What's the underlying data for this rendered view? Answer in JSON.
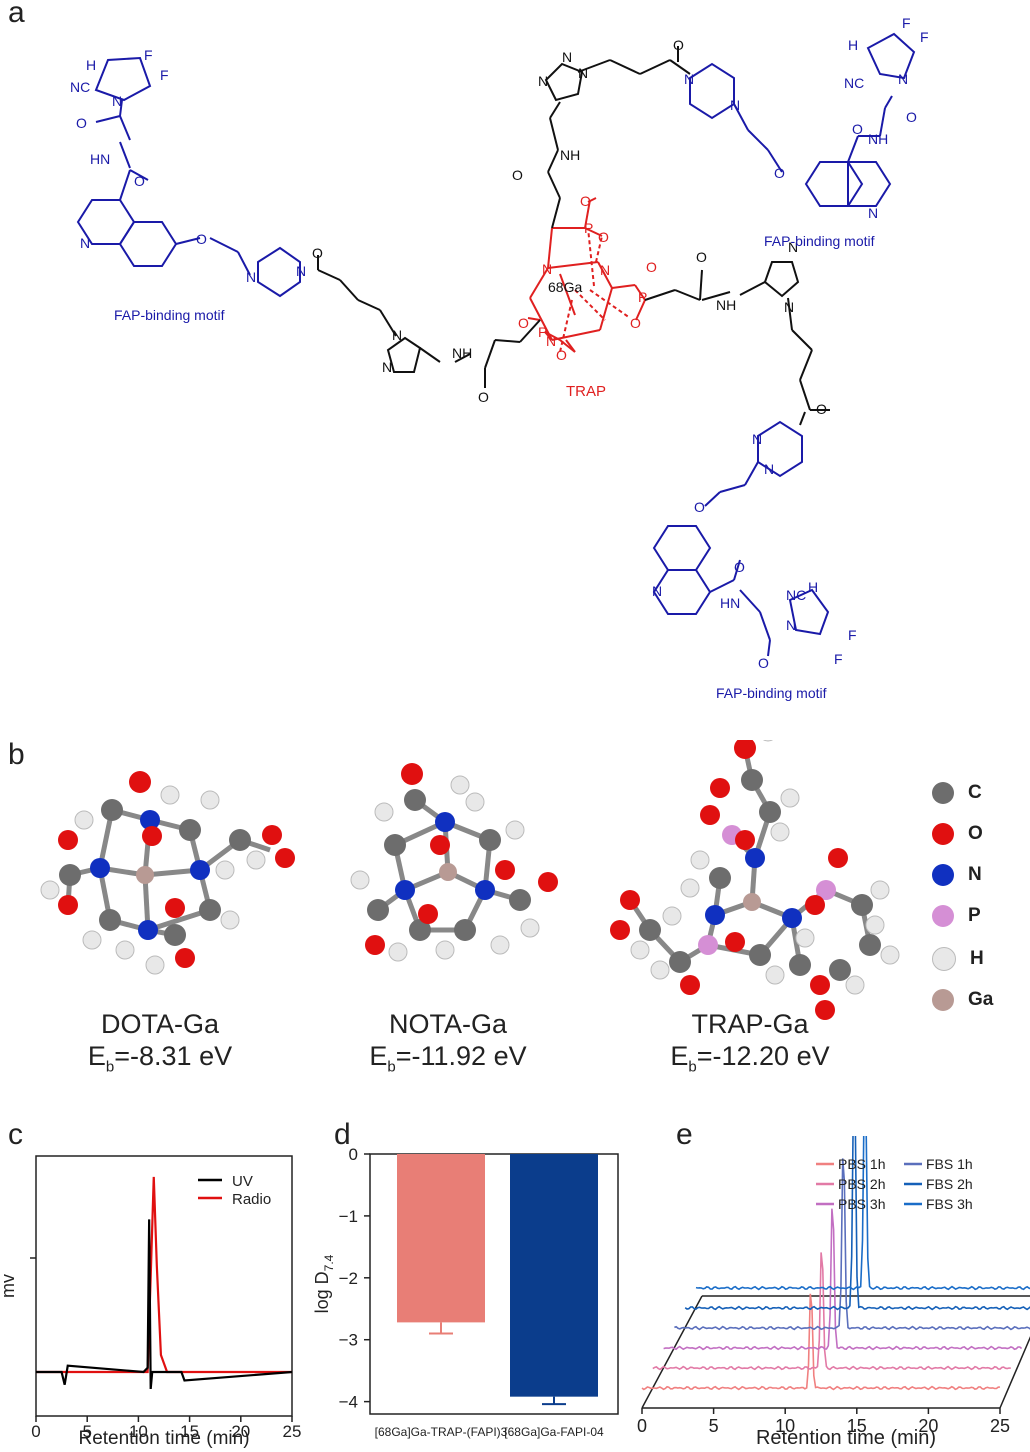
{
  "panels": {
    "a": "a",
    "b": "b",
    "c": "c",
    "d": "d",
    "e": "e"
  },
  "panel_a": {
    "labels": {
      "fap_left": "FAP-binding motif",
      "fap_top_right": "FAP-binding motif",
      "fap_bottom": "FAP-binding motif",
      "trap": "TRAP",
      "ga": "68Ga",
      "cn": "NC",
      "f": "F",
      "h": "H",
      "nh": "NH",
      "hn": "HN",
      "o": "O",
      "n": "N",
      "p": "P"
    },
    "colors": {
      "fap": "#1a1aa8",
      "trap": "#e02020",
      "linker": "#111111"
    }
  },
  "panel_b": {
    "molecules": [
      {
        "name": "DOTA-Ga",
        "eb": "-8.31 eV"
      },
      {
        "name": "NOTA-Ga",
        "eb": "-11.92 eV"
      },
      {
        "name": "TRAP-Ga",
        "eb": "-12.20 eV"
      }
    ],
    "eb_prefix": "E",
    "eb_sub": "b",
    "legend": [
      {
        "symbol": "C",
        "color": "#6d6d6d"
      },
      {
        "symbol": "O",
        "color": "#e01010"
      },
      {
        "symbol": "N",
        "color": "#1030c0"
      },
      {
        "symbol": "P",
        "color": "#d58fd5"
      },
      {
        "symbol": "H",
        "color": "#e8e8e8"
      },
      {
        "symbol": "Ga",
        "color": "#b89a94"
      }
    ]
  },
  "chart_data": [
    {
      "type": "line",
      "panel": "c",
      "xlabel": "Retention time (min)",
      "ylabel": "mv",
      "xlim": [
        0,
        25
      ],
      "xticks": [
        0,
        5,
        10,
        15,
        20,
        25
      ],
      "series": [
        {
          "name": "UV",
          "color": "#000000",
          "x": [
            0,
            2.5,
            2.8,
            3.1,
            10.5,
            10.9,
            11.05,
            11.2,
            11.35,
            14.2,
            14.5,
            25
          ],
          "y": [
            0,
            0,
            -0.06,
            0.03,
            0,
            0.02,
            0.72,
            -0.08,
            0,
            0,
            -0.04,
            0
          ]
        },
        {
          "name": "Radio",
          "color": "#e01010",
          "x": [
            0,
            10.9,
            11.2,
            11.5,
            11.8,
            12.2,
            12.8,
            25
          ],
          "y": [
            0,
            0,
            0.45,
            0.92,
            0.5,
            0.08,
            0,
            0
          ]
        }
      ]
    },
    {
      "type": "bar",
      "panel": "d",
      "ylabel": "log D7.4",
      "ylim": [
        -4.2,
        0
      ],
      "yticks": [
        0,
        -1,
        -2,
        -3,
        -4
      ],
      "categories": [
        "[68Ga]Ga-TRAP-(FAPI)3",
        "[68Ga]Ga-FAPI-04"
      ],
      "values": [
        -2.72,
        -3.92
      ],
      "errors": [
        0.18,
        0.12
      ],
      "colors": [
        "#e87e76",
        "#0b3d8c"
      ]
    },
    {
      "type": "line",
      "panel": "e",
      "xlabel": "Retention time (min)",
      "xlim": [
        0,
        25
      ],
      "xticks": [
        0,
        5,
        10,
        15,
        20,
        25
      ],
      "series": [
        {
          "name": "PBS 1h",
          "color": "#f08080",
          "peak": 11.8,
          "height": 0.12
        },
        {
          "name": "PBS 2h",
          "color": "#e27aa6",
          "peak": 11.8,
          "height": 0.15
        },
        {
          "name": "PBS 3h",
          "color": "#c26fc2",
          "peak": 11.8,
          "height": 0.18
        },
        {
          "name": "FBS 1h",
          "color": "#5a6fbc",
          "peak": 11.8,
          "height": 0.22
        },
        {
          "name": "FBS 2h",
          "color": "#1560b8",
          "peak": 11.8,
          "height": 0.28
        },
        {
          "name": "FBS 3h",
          "color": "#1a6dc8",
          "peak": 11.8,
          "height": 0.26
        }
      ]
    }
  ]
}
